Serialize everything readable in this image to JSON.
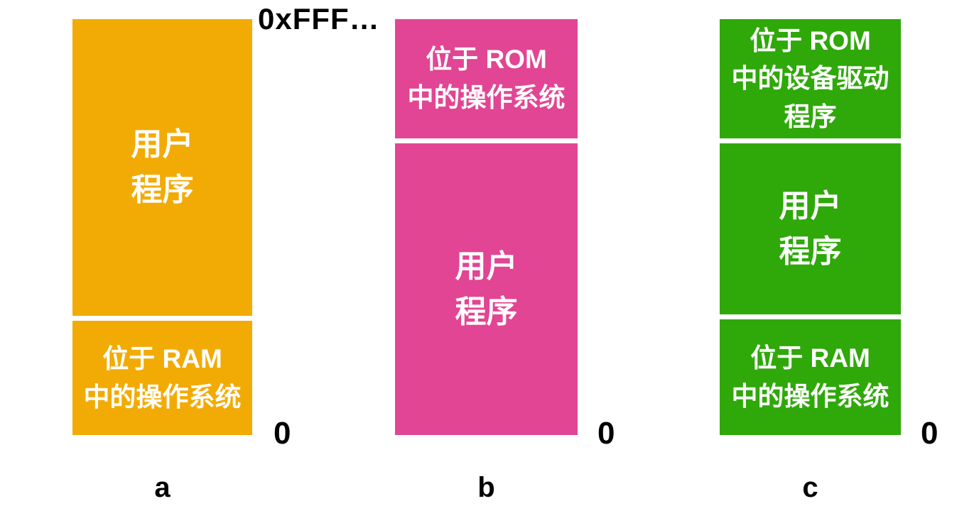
{
  "figure": {
    "description_name": "os-memory-organization-diagram"
  },
  "labels": {
    "top_address": "0xFFF…",
    "bottom_address": "0"
  },
  "ink": {
    "block_text_color": "#ffffff",
    "label_text_color": "#000000",
    "background_color": "#ffffff"
  },
  "columns": [
    {
      "caption": "a",
      "color": "#F2AB05",
      "segments": [
        {
          "name": "user-program",
          "text": "用户\n程序"
        },
        {
          "name": "os-in-ram",
          "text": "位于 RAM\n中的操作系统"
        }
      ]
    },
    {
      "caption": "b",
      "color": "#E24594",
      "segments": [
        {
          "name": "os-in-rom",
          "text": "位于 ROM\n中的操作系统"
        },
        {
          "name": "user-program",
          "text": "用户\n程序"
        }
      ]
    },
    {
      "caption": "c",
      "color": "#2FA80A",
      "segments": [
        {
          "name": "device-drivers-in-rom",
          "text": "位于 ROM\n中的设备驱动\n程序"
        },
        {
          "name": "user-program",
          "text": "用户\n程序"
        },
        {
          "name": "os-in-ram",
          "text": "位于 RAM\n中的操作系统"
        }
      ]
    }
  ]
}
